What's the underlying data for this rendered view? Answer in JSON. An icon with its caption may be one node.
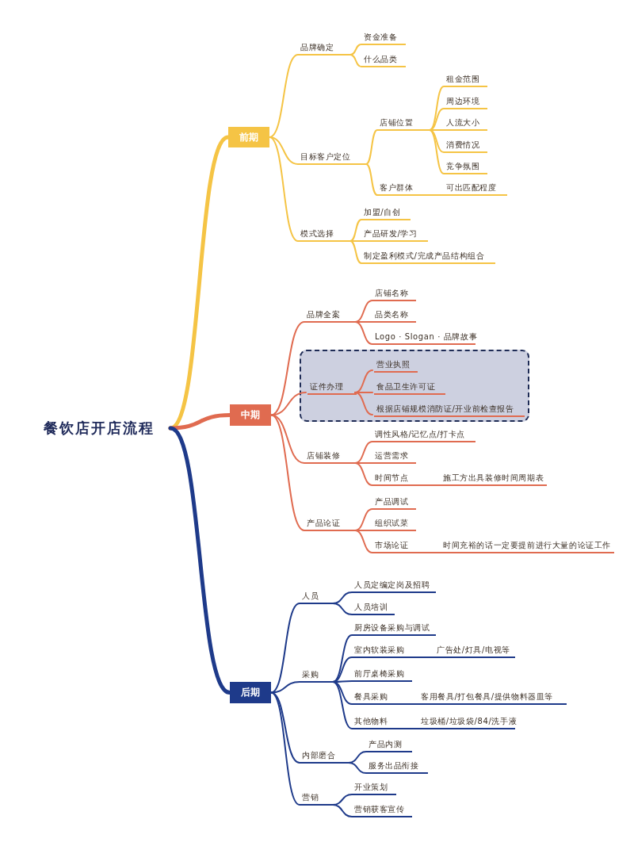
{
  "diagram": {
    "nodes": [
      {
        "text": [
          "餐饮店开店流程"
        ]
      },
      {
        "text": [
          "前期"
        ]
      },
      {
        "text": [
          "品牌确定"
        ]
      },
      {
        "text": [
          "资金准备"
        ]
      },
      {
        "text": [
          "什么品类"
        ]
      },
      {
        "text": [
          "目标客户定位"
        ]
      },
      {
        "text": [
          "店铺位置"
        ]
      },
      {
        "text": [
          "租金范围"
        ]
      },
      {
        "text": [
          "周边环境"
        ]
      },
      {
        "text": [
          "人流大小"
        ]
      },
      {
        "text": [
          "消费情况"
        ]
      },
      {
        "text": [
          "竞争氛围"
        ]
      },
      {
        "text": [
          "客户群体"
        ]
      },
      {
        "text": [
          "可出匹配程度"
        ]
      },
      {
        "text": [
          "模式选择"
        ]
      },
      {
        "text": [
          "加盟/自创"
        ]
      },
      {
        "text": [
          "产品研发/学习"
        ]
      },
      {
        "text": [
          "制定盈利模式/完成产品结构组合"
        ]
      },
      {
        "text": [
          "中期"
        ]
      },
      {
        "text": [
          "品牌全案"
        ]
      },
      {
        "text": [
          "店铺名称"
        ]
      },
      {
        "text": [
          "品类名称"
        ]
      },
      {
        "text": [
          "Logo · Slogan · 品牌故事"
        ]
      },
      {
        "text": [],
        "shape": "box"
      },
      {
        "text": [
          "证件办理"
        ],
        "in": 23
      },
      {
        "text": [
          "营业执照"
        ],
        "in": 23
      },
      {
        "text": [
          "食品卫生许可证"
        ],
        "in": 23
      },
      {
        "text": [
          "根据店铺规模消防证/开业前检查报告"
        ],
        "in": 23
      },
      {
        "text": [
          "店铺装修"
        ]
      },
      {
        "text": [
          "调性风格/记忆点/打卡点"
        ]
      },
      {
        "text": [
          "运营需求"
        ]
      },
      {
        "text": [
          "时间节点"
        ]
      },
      {
        "text": [
          "施工方出具装修时间周期表"
        ]
      },
      {
        "text": [
          "产品论证"
        ]
      },
      {
        "text": [
          "产品调试"
        ]
      },
      {
        "text": [
          "组织试菜"
        ]
      },
      {
        "text": [
          "市场论证"
        ]
      },
      {
        "text": [
          "时间充裕的话一定要提前进行大量的论证工作"
        ]
      },
      {
        "text": [
          "后期"
        ]
      },
      {
        "text": [
          "人员"
        ]
      },
      {
        "text": [
          "人员定编定岗及招聘"
        ]
      },
      {
        "text": [
          "人员培训"
        ]
      },
      {
        "text": [
          "采购"
        ]
      },
      {
        "text": [
          "厨房设备采购与调试"
        ]
      },
      {
        "text": [
          "室内软装采购"
        ]
      },
      {
        "text": [
          "广告处/灯具/电视等"
        ]
      },
      {
        "text": [
          "前厅桌椅采购"
        ]
      },
      {
        "text": [
          "餐具采购"
        ]
      },
      {
        "text": [
          "客用餐具/打包餐具/提供物料器皿等"
        ]
      },
      {
        "text": [
          "其他物料"
        ]
      },
      {
        "text": [
          "垃圾桶/垃圾袋/84/洗手液"
        ]
      },
      {
        "text": [
          "内部磨合"
        ]
      },
      {
        "text": [
          "产品内测"
        ]
      },
      {
        "text": [
          "服务出品衔接"
        ]
      },
      {
        "text": [
          "营销"
        ]
      },
      {
        "text": [
          "开业策划"
        ]
      },
      {
        "text": [
          "营销获客宣传"
        ]
      }
    ],
    "edges": [
      {
        "from": 0,
        "to": 1,
        "arrow": "none",
        "style": "thick",
        "color": "#f5c445"
      },
      {
        "from": 0,
        "to": 18,
        "arrow": "none",
        "style": "thick",
        "color": "#e06b50"
      },
      {
        "from": 0,
        "to": 38,
        "arrow": "none",
        "style": "thick",
        "color": "#1e3a8a"
      },
      {
        "from": 1,
        "to": 2,
        "arrow": "none",
        "color": "#f5c445"
      },
      {
        "from": 1,
        "to": 5,
        "arrow": "none",
        "color": "#f5c445"
      },
      {
        "from": 1,
        "to": 14,
        "arrow": "none",
        "color": "#f5c445"
      },
      {
        "from": 2,
        "to": 3,
        "arrow": "none",
        "color": "#f5c445"
      },
      {
        "from": 2,
        "to": 4,
        "arrow": "none",
        "color": "#f5c445"
      },
      {
        "from": 5,
        "to": 6,
        "arrow": "none",
        "color": "#f5c445"
      },
      {
        "from": 5,
        "to": 12,
        "arrow": "none",
        "color": "#f5c445"
      },
      {
        "from": 6,
        "to": 7,
        "arrow": "none",
        "color": "#f5c445"
      },
      {
        "from": 6,
        "to": 8,
        "arrow": "none",
        "color": "#f5c445"
      },
      {
        "from": 6,
        "to": 9,
        "arrow": "none",
        "color": "#f5c445"
      },
      {
        "from": 6,
        "to": 10,
        "arrow": "none",
        "color": "#f5c445"
      },
      {
        "from": 6,
        "to": 11,
        "arrow": "none",
        "color": "#f5c445"
      },
      {
        "from": 12,
        "to": 13,
        "arrow": "none",
        "color": "#f5c445"
      },
      {
        "from": 14,
        "to": 15,
        "arrow": "none",
        "color": "#f5c445"
      },
      {
        "from": 14,
        "to": 16,
        "arrow": "none",
        "color": "#f5c445"
      },
      {
        "from": 14,
        "to": 17,
        "arrow": "none",
        "color": "#f5c445"
      },
      {
        "from": 18,
        "to": 19,
        "arrow": "none",
        "color": "#e06b50"
      },
      {
        "from": 18,
        "to": 24,
        "arrow": "none",
        "color": "#e06b50"
      },
      {
        "from": 18,
        "to": 28,
        "arrow": "none",
        "color": "#e06b50"
      },
      {
        "from": 18,
        "to": 33,
        "arrow": "none",
        "color": "#e06b50"
      },
      {
        "from": 19,
        "to": 20,
        "arrow": "none",
        "color": "#e06b50"
      },
      {
        "from": 19,
        "to": 21,
        "arrow": "none",
        "color": "#e06b50"
      },
      {
        "from": 19,
        "to": 22,
        "arrow": "none",
        "color": "#e06b50"
      },
      {
        "from": 24,
        "to": 25,
        "arrow": "none",
        "color": "#e06b50"
      },
      {
        "from": 24,
        "to": 26,
        "arrow": "none",
        "color": "#e06b50"
      },
      {
        "from": 24,
        "to": 27,
        "arrow": "none",
        "color": "#e06b50"
      },
      {
        "from": 28,
        "to": 29,
        "arrow": "none",
        "color": "#e06b50"
      },
      {
        "from": 28,
        "to": 30,
        "arrow": "none",
        "color": "#e06b50"
      },
      {
        "from": 28,
        "to": 31,
        "arrow": "none",
        "color": "#e06b50"
      },
      {
        "from": 31,
        "to": 32,
        "arrow": "none",
        "color": "#e06b50"
      },
      {
        "from": 33,
        "to": 34,
        "arrow": "none",
        "color": "#e06b50"
      },
      {
        "from": 33,
        "to": 35,
        "arrow": "none",
        "color": "#e06b50"
      },
      {
        "from": 33,
        "to": 36,
        "arrow": "none",
        "color": "#e06b50"
      },
      {
        "from": 36,
        "to": 37,
        "arrow": "none",
        "color": "#e06b50"
      },
      {
        "from": 38,
        "to": 39,
        "arrow": "none",
        "color": "#1e3a8a"
      },
      {
        "from": 38,
        "to": 42,
        "arrow": "none",
        "color": "#1e3a8a"
      },
      {
        "from": 38,
        "to": 51,
        "arrow": "none",
        "color": "#1e3a8a"
      },
      {
        "from": 38,
        "to": 54,
        "arrow": "none",
        "color": "#1e3a8a"
      },
      {
        "from": 39,
        "to": 40,
        "arrow": "none",
        "color": "#1e3a8a"
      },
      {
        "from": 39,
        "to": 41,
        "arrow": "none",
        "color": "#1e3a8a"
      },
      {
        "from": 42,
        "to": 43,
        "arrow": "none",
        "color": "#1e3a8a"
      },
      {
        "from": 42,
        "to": 44,
        "arrow": "none",
        "color": "#1e3a8a"
      },
      {
        "from": 42,
        "to": 46,
        "arrow": "none",
        "color": "#1e3a8a"
      },
      {
        "from": 42,
        "to": 47,
        "arrow": "none",
        "color": "#1e3a8a"
      },
      {
        "from": 42,
        "to": 49,
        "arrow": "none",
        "color": "#1e3a8a"
      },
      {
        "from": 44,
        "to": 45,
        "arrow": "none",
        "color": "#1e3a8a"
      },
      {
        "from": 47,
        "to": 48,
        "arrow": "none",
        "color": "#1e3a8a"
      },
      {
        "from": 49,
        "to": 50,
        "arrow": "none",
        "color": "#1e3a8a"
      },
      {
        "from": 51,
        "to": 52,
        "arrow": "none",
        "color": "#1e3a8a"
      },
      {
        "from": 51,
        "to": 53,
        "arrow": "none",
        "color": "#1e3a8a"
      },
      {
        "from": 54,
        "to": 55,
        "arrow": "none",
        "color": "#1e3a8a"
      },
      {
        "from": 54,
        "to": 56,
        "arrow": "none",
        "color": "#1e3a8a"
      }
    ]
  }
}
